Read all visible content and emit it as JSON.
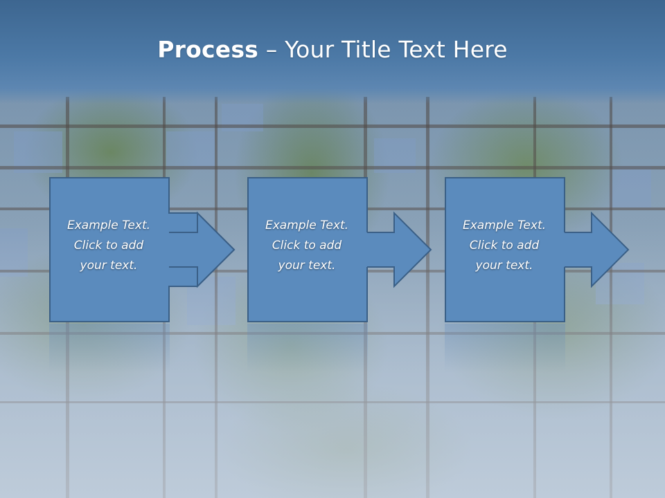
{
  "slide": {
    "title_bold": "Process",
    "title_rest": " – Your Title Text Here"
  },
  "steps": [
    {
      "line1": "Example Text.",
      "line2": "Click  to add",
      "line3": "your text."
    },
    {
      "line1": "Example Text.",
      "line2": "Click  to add",
      "line3": "your text."
    },
    {
      "line1": "Example Text.",
      "line2": "Click  to add",
      "line3": "your text."
    }
  ],
  "colors": {
    "header": "#4c79a6",
    "shape_fill": "#5b8bbd",
    "shape_border": "#3a5f86",
    "text": "#ffffff"
  }
}
